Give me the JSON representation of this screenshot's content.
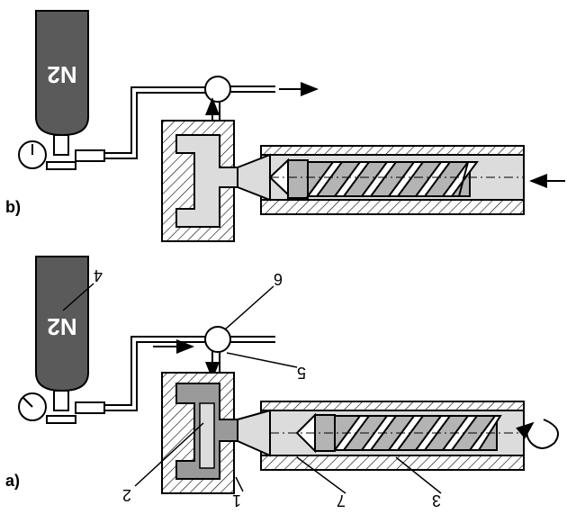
{
  "panels": [
    {
      "label": "b)",
      "gas_label": "N2",
      "callouts": []
    },
    {
      "label": "a)",
      "gas_label": "N2",
      "callouts": [
        "4",
        "6",
        "5",
        "2",
        "1",
        "7",
        "3"
      ]
    }
  ],
  "colors": {
    "ink": "#000000",
    "cylinder": "#5a5a5a",
    "filled_part": "#9a9a9a",
    "melt": "#dcdcdc",
    "screw_core": "#b4b4b4",
    "background": "#ffffff"
  }
}
